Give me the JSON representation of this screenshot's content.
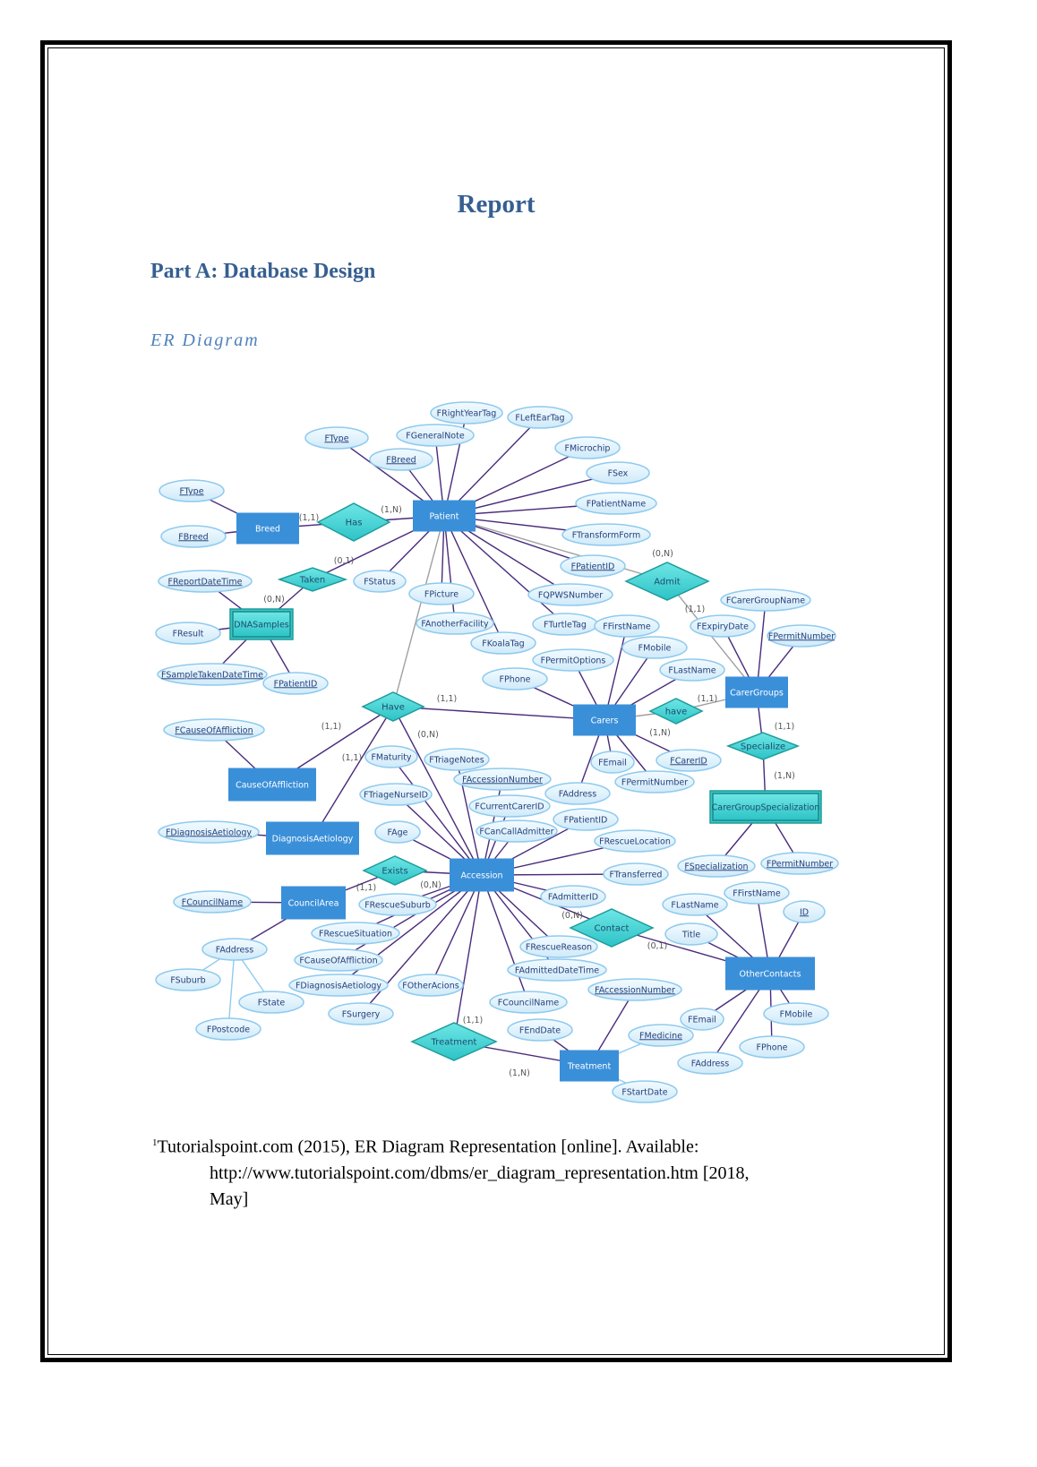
{
  "document": {
    "title": "Report",
    "section_heading": "Part A: Database Design",
    "subsection_heading": "ER Diagram",
    "footnote": {
      "marker": "1",
      "line1": "Tutorialspoint.com (2015), ER Diagram Representation [online]. Available:",
      "line2": "http://www.tutorialspoint.com/dbms/er_diagram_representation.htm [2018,",
      "line3": "May]"
    }
  },
  "colors": {
    "heading": "#365f91",
    "entity": "#3a8fd9",
    "relationship": "#3fd3d3",
    "attribute_fill": "#e2f3fc",
    "attribute_stroke": "#8fcaee",
    "line": "#4a2b7c"
  },
  "er_diagram": {
    "entities": [
      {
        "id": "breed",
        "label": "Breed"
      },
      {
        "id": "patient",
        "label": "Patient"
      },
      {
        "id": "dna",
        "label": "DNASamples",
        "weak": true
      },
      {
        "id": "carers",
        "label": "Carers"
      },
      {
        "id": "carergroups",
        "label": "CarerGroups"
      },
      {
        "id": "coa",
        "label": "CauseOfAffliction"
      },
      {
        "id": "diag",
        "label": "DiagnosisAetiology"
      },
      {
        "id": "council",
        "label": "CouncilArea"
      },
      {
        "id": "accession",
        "label": "Accession"
      },
      {
        "id": "cgs",
        "label": "CarerGroupSpecialization",
        "weak": true
      },
      {
        "id": "other",
        "label": "OtherContacts"
      },
      {
        "id": "treatment",
        "label": "Treatment"
      }
    ],
    "relationships": [
      {
        "id": "r_has",
        "label": "Has"
      },
      {
        "id": "r_taken",
        "label": "Taken"
      },
      {
        "id": "r_admit",
        "label": "Admit"
      },
      {
        "id": "r_have2",
        "label": "have"
      },
      {
        "id": "r_spec",
        "label": "Specialize"
      },
      {
        "id": "r_have",
        "label": "Have"
      },
      {
        "id": "r_exists",
        "label": "Exists"
      },
      {
        "id": "r_contact",
        "label": "Contact"
      },
      {
        "id": "r_treat",
        "label": "Treatment"
      }
    ],
    "attributes": [
      {
        "id": "p1",
        "label": "FRightYearTag",
        "of": "patient"
      },
      {
        "id": "p2",
        "label": "FLeftEarTag",
        "of": "patient"
      },
      {
        "id": "p3",
        "label": "FGeneralNote",
        "of": "patient"
      },
      {
        "id": "p4",
        "label": "FType",
        "of": "patient",
        "key": true
      },
      {
        "id": "p5",
        "label": "FBreed",
        "of": "patient",
        "key": true
      },
      {
        "id": "p6",
        "label": "FMicrochip",
        "of": "patient"
      },
      {
        "id": "p7",
        "label": "FSex",
        "of": "patient"
      },
      {
        "id": "p8",
        "label": "FPatientName",
        "of": "patient"
      },
      {
        "id": "p9",
        "label": "FTransformForm",
        "of": "patient"
      },
      {
        "id": "p10",
        "label": "FPatientID",
        "of": "patient",
        "key": true
      },
      {
        "id": "p11",
        "label": "FQPWSNumber",
        "of": "patient"
      },
      {
        "id": "p12",
        "label": "FStatus",
        "of": "patient"
      },
      {
        "id": "p13",
        "label": "FPicture",
        "of": "patient"
      },
      {
        "id": "p14",
        "label": "FAnotherFacility",
        "of": "patient"
      },
      {
        "id": "p15",
        "label": "FKoalaTag",
        "of": "patient"
      },
      {
        "id": "p16",
        "label": "FTurtleTag",
        "of": "patient"
      },
      {
        "id": "b1",
        "label": "FType",
        "of": "breed",
        "key": true
      },
      {
        "id": "b2",
        "label": "FBreed",
        "of": "breed",
        "key": true
      },
      {
        "id": "d1",
        "label": "FReportDateTime",
        "of": "dna",
        "key": true
      },
      {
        "id": "d2",
        "label": "FResult",
        "of": "dna"
      },
      {
        "id": "d3",
        "label": "FSampleTakenDateTime",
        "of": "dna",
        "key": true
      },
      {
        "id": "d4",
        "label": "FPatientID",
        "of": "dna",
        "key": true
      },
      {
        "id": "c1",
        "label": "FFirstName",
        "of": "carers"
      },
      {
        "id": "c2",
        "label": "FMobile",
        "of": "carers"
      },
      {
        "id": "c3",
        "label": "FPermitOptions",
        "of": "carers"
      },
      {
        "id": "c4",
        "label": "FLastName",
        "of": "carers"
      },
      {
        "id": "c5",
        "label": "FPhone",
        "of": "carers"
      },
      {
        "id": "c6",
        "label": "FEmail",
        "of": "carers"
      },
      {
        "id": "c7",
        "label": "FCarerID",
        "of": "carers",
        "key": true
      },
      {
        "id": "c8",
        "label": "FPermitNumber",
        "of": "carers"
      },
      {
        "id": "c9",
        "label": "FAddress",
        "of": "carers"
      },
      {
        "id": "g1",
        "label": "FCarerGroupName",
        "of": "carergroups"
      },
      {
        "id": "g2",
        "label": "FExpiryDate",
        "of": "carergroups"
      },
      {
        "id": "g3",
        "label": "FPermitNumber",
        "of": "carergroups",
        "key": true
      },
      {
        "id": "k1",
        "label": "FCauseOfAffliction",
        "of": "coa",
        "key": true
      },
      {
        "id": "k2",
        "label": "FDiagnosisAetiology",
        "of": "diag",
        "key": true
      },
      {
        "id": "n1",
        "label": "FCouncilName",
        "of": "council",
        "key": true
      },
      {
        "id": "n2",
        "label": "FAddress",
        "of": "council"
      },
      {
        "id": "n3",
        "label": "FSuburb",
        "of": "n2"
      },
      {
        "id": "n4",
        "label": "FState",
        "of": "n2"
      },
      {
        "id": "n5",
        "label": "FPostcode",
        "of": "n2"
      },
      {
        "id": "a1",
        "label": "FMaturity",
        "of": "accession"
      },
      {
        "id": "a2",
        "label": "FTriageNotes",
        "of": "accession"
      },
      {
        "id": "a3",
        "label": "FAccessionNumber",
        "of": "accession",
        "key": true
      },
      {
        "id": "a4",
        "label": "FTriageNurseID",
        "of": "accession"
      },
      {
        "id": "a5",
        "label": "FCurrentCarerID",
        "of": "accession"
      },
      {
        "id": "a6",
        "label": "FPatientID",
        "of": "accession"
      },
      {
        "id": "a7",
        "label": "FCanCallAdmitter",
        "of": "accession"
      },
      {
        "id": "a8",
        "label": "FAge",
        "of": "accession"
      },
      {
        "id": "a9",
        "label": "FRescueLocation",
        "of": "accession"
      },
      {
        "id": "a10",
        "label": "FTransferred",
        "of": "accession"
      },
      {
        "id": "a11",
        "label": "FAdmitterID",
        "of": "accession"
      },
      {
        "id": "a12",
        "label": "FRescueSuburb",
        "of": "accession"
      },
      {
        "id": "a13",
        "label": "FRescueSituation",
        "of": "accession"
      },
      {
        "id": "a14",
        "label": "FRescueReason",
        "of": "accession"
      },
      {
        "id": "a15",
        "label": "FCauseOfAffliction",
        "of": "accession"
      },
      {
        "id": "a16",
        "label": "FAdmittedDateTime",
        "of": "accession"
      },
      {
        "id": "a17",
        "label": "FDiagnosisAetiology",
        "of": "accession"
      },
      {
        "id": "a18",
        "label": "FOtherAcions",
        "of": "accession"
      },
      {
        "id": "a19",
        "label": "FCouncilName",
        "of": "accession"
      },
      {
        "id": "a20",
        "label": "FSurgery",
        "of": "accession"
      },
      {
        "id": "s1",
        "label": "FSpecialization",
        "of": "cgs",
        "key": true
      },
      {
        "id": "s2",
        "label": "FPermitNumber",
        "of": "cgs",
        "key": true
      },
      {
        "id": "o1",
        "label": "FFirstName",
        "of": "other"
      },
      {
        "id": "o2",
        "label": "FLastName",
        "of": "other"
      },
      {
        "id": "o3",
        "label": "ID",
        "of": "other",
        "key": true
      },
      {
        "id": "o4",
        "label": "Title",
        "of": "other"
      },
      {
        "id": "o5",
        "label": "FMobile",
        "of": "other"
      },
      {
        "id": "o6",
        "label": "FEmail",
        "of": "other"
      },
      {
        "id": "o7",
        "label": "FPhone",
        "of": "other"
      },
      {
        "id": "o8",
        "label": "FAddress",
        "of": "other"
      },
      {
        "id": "t1",
        "label": "FAccessionNumber",
        "of": "treatment",
        "key": true
      },
      {
        "id": "t2",
        "label": "FEndDate",
        "of": "treatment"
      },
      {
        "id": "t3",
        "label": "FMedicine",
        "of": "treatment",
        "key": true
      },
      {
        "id": "t4",
        "label": "FStartDate",
        "of": "treatment"
      }
    ],
    "links": [
      [
        "breed",
        "r_has"
      ],
      [
        "r_has",
        "patient"
      ],
      [
        "patient",
        "r_taken"
      ],
      [
        "r_taken",
        "dna"
      ],
      [
        "patient",
        "r_admit"
      ],
      [
        "r_admit",
        "carergroups"
      ],
      [
        "carers",
        "r_have2"
      ],
      [
        "r_have2",
        "carergroups"
      ],
      [
        "carergroups",
        "r_spec"
      ],
      [
        "r_spec",
        "cgs"
      ],
      [
        "patient",
        "r_have"
      ],
      [
        "r_have",
        "coa"
      ],
      [
        "r_have",
        "diag"
      ],
      [
        "r_have",
        "accession"
      ],
      [
        "r_have",
        "carers"
      ],
      [
        "council",
        "r_exists"
      ],
      [
        "r_exists",
        "accession"
      ],
      [
        "accession",
        "r_contact"
      ],
      [
        "r_contact",
        "other"
      ],
      [
        "accession",
        "r_treat"
      ],
      [
        "r_treat",
        "treatment"
      ]
    ],
    "cardinalities": [
      "(1,1)",
      "(1,N)",
      "(0,1)",
      "(0,N)",
      "(0,N)",
      "(1,1)",
      "(1,1)",
      "(1,N)",
      "(1,1)",
      "(1,N)",
      "(1,1)",
      "(1,1)",
      "(0,N)",
      "(1,1)",
      "(1,1)",
      "(0,N)",
      "(0,N)",
      "(0,1)",
      "(1,1)",
      "(1,N)"
    ]
  }
}
